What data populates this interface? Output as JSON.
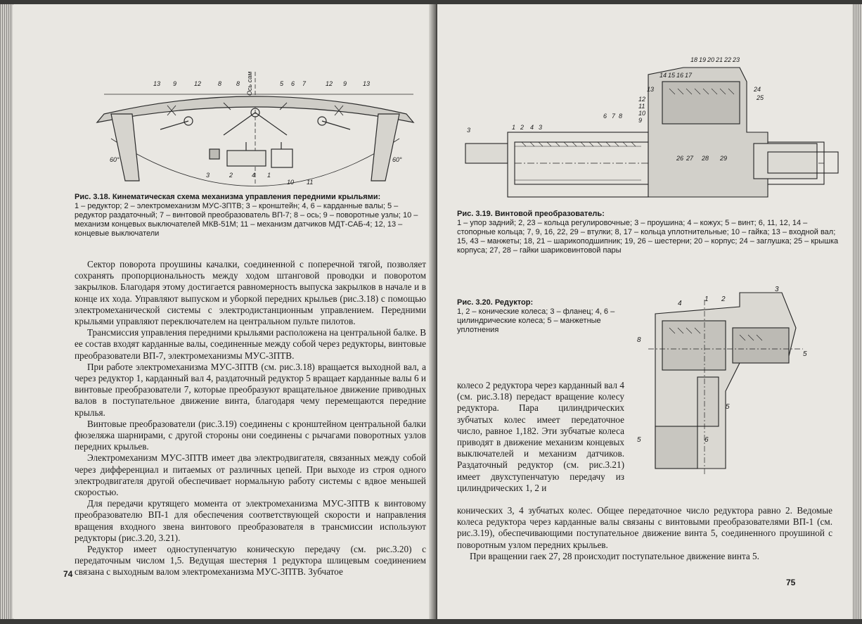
{
  "left_page": {
    "figure_318": {
      "numbers_top": [
        "13",
        "9",
        "12",
        "8",
        "8",
        "5",
        "6",
        "7",
        "12",
        "9",
        "13"
      ],
      "axis_label": "Ось самолета",
      "numbers_bottom": [
        "3",
        "2",
        "4",
        "1",
        "10",
        "11"
      ],
      "angle_left": "60°",
      "angle_right": "60°"
    },
    "caption_318_title": "Рис. 3.18. Кинематическая схема механизма управления передними крыльями:",
    "caption_318_text": "1 – редуктор; 2 – электромеханизм МУС-3ПТВ; 3 – кронштейн; 4, 6 – карданные валы; 5 – редуктор раздаточный; 7 – винтовой преобразователь ВП-7; 8 – ось; 9 – поворотные узлы; 10 – механизм концевых выключателей МКВ-51М; 11 – механизм датчиков МДТ-САБ-4; 12, 13 – концевые выключатели",
    "paragraphs": [
      "Сектор поворота проушины качалки, соединенной с поперечной тягой, позволяет сохранять пропорциональность между ходом штанговой проводки и поворотом закрылков. Благодаря этому достигается равномерность выпуска закрылков в начале и в конце их хода. Управляют выпуском и уборкой передних крыльев (рис.3.18) с помощью электромеханической системы с электродистанционным управлением. Передними крыльями управляют переключателем на центральном пульте пилотов.",
      "Трансмиссия управления передними крыльями расположена на центральной балке. В ее состав входят карданные валы, соединенные между собой через редукторы, винтовые преобразователи ВП-7, электромеханизмы МУС-3ПТВ.",
      "При работе электромеханизма МУС-3ПТВ (см. рис.3.18) вращается выходной вал, а через редуктор 1, карданный вал 4, раздаточный редуктор 5 вращает карданные валы 6 и винтовые преобразователи 7, которые преобразуют вращательное движение приводных валов в поступательное движение винта, благодаря чему перемещаются передние крылья.",
      "Винтовые преобразователи (рис.3.19) соединены с кронштейном центральной балки фюзеляжа шарнирами, с другой стороны они соединены с рычагами поворотных узлов передних крыльев.",
      "Электромеханизм МУС-3ПТВ имеет два электродвигателя, связанных между собой через дифференциал и питаемых от различных цепей. При выходе из строя одного электродвигателя другой обеспечивает нормальную работу системы с вдвое меньшей скоростью.",
      "Для передачи крутящего момента от электромеханизма МУС-3ПТВ к винтовому преобразователю ВП-1 для обеспечения соответствующей скорости и направления вращения входного звена винтового преобразователя в трансмиссии используют редукторы (рис.3.20, 3.21).",
      "Редуктор имеет одноступенчатую коническую передачу (см. рис.3.20) с передаточным числом 1,5. Ведущая шестерня 1 редуктора шлицевым соединением связана с выходным валом электромеханизма МУС-3ПТВ. Зубчатое"
    ],
    "page_number": "74"
  },
  "right_page": {
    "figure_319": {
      "numbers_top": [
        "18",
        "19",
        "20",
        "21",
        "22",
        "23"
      ],
      "numbers_mid": [
        "14",
        "15",
        "16",
        "17"
      ],
      "numbers_side": [
        "13",
        "12",
        "11",
        "10",
        "9"
      ],
      "numbers_right": [
        "24",
        "25"
      ],
      "numbers_left": [
        "1",
        "2",
        "4",
        "3",
        "6",
        "7",
        "8"
      ],
      "numbers_bottom": [
        "26",
        "27",
        "28",
        "29"
      ],
      "label_far_left": "3"
    },
    "caption_319_title": "Рис. 3.19. Винтовой преобразователь:",
    "caption_319_text": "1 – упор задний; 2, 23 – кольца регулировочные; 3 – проушина; 4 – кожух; 5 – винт; 6, 11, 12, 14 – стопорные кольца; 7, 9, 16, 22, 29 – втулки; 8, 17 – кольца уплотнительные; 10 – гайка; 13 – входной вал; 15, 43 – манжеты; 18, 21 – шарикоподшипник; 19, 26 – шестерни; 20 – корпус; 24 – заглушка; 25 – крышка корпуса; 27, 28 – гайки шариковинтовой пары",
    "caption_320_title": "Рис. 3.20. Редуктор:",
    "caption_320_text": "1, 2 – конические колеса; 3 – фланец; 4, 6 – цилиндрические колеса; 5 – манжетные уплотнения",
    "figure_320": {
      "labels": [
        "4",
        "1",
        "2",
        "3",
        "5",
        "5",
        "6",
        "5",
        "8"
      ]
    },
    "narrow_text": "колесо 2 редуктора через карданный вал 4 (см. рис.3.18) передаст вращение колесу редуктора. Пара цилиндрических зубчатых колес имеет передаточное число, равное 1,182. Эти зубчатые колеса приводят в движение механизм концевых выключателей и механизм датчиков. Раздаточный редуктор (см. рис.3.21) имеет двухступенчатую передачу из цилиндрических 1, 2 и",
    "wide_text": "конических 3, 4 зубчатых колес. Общее передаточное число редуктора равно 2. Ведомые колеса редуктора через карданные валы связаны с винтовыми преобразователями ВП-1 (см. рис.3.19), обеспечивающими поступательное движение винта 5, соединенного проушиной с поворотным узлом передних крыльев.",
    "last_para": "При вращении гаек 27, 28 происходит поступательное движение винта 5.",
    "page_number": "75"
  }
}
